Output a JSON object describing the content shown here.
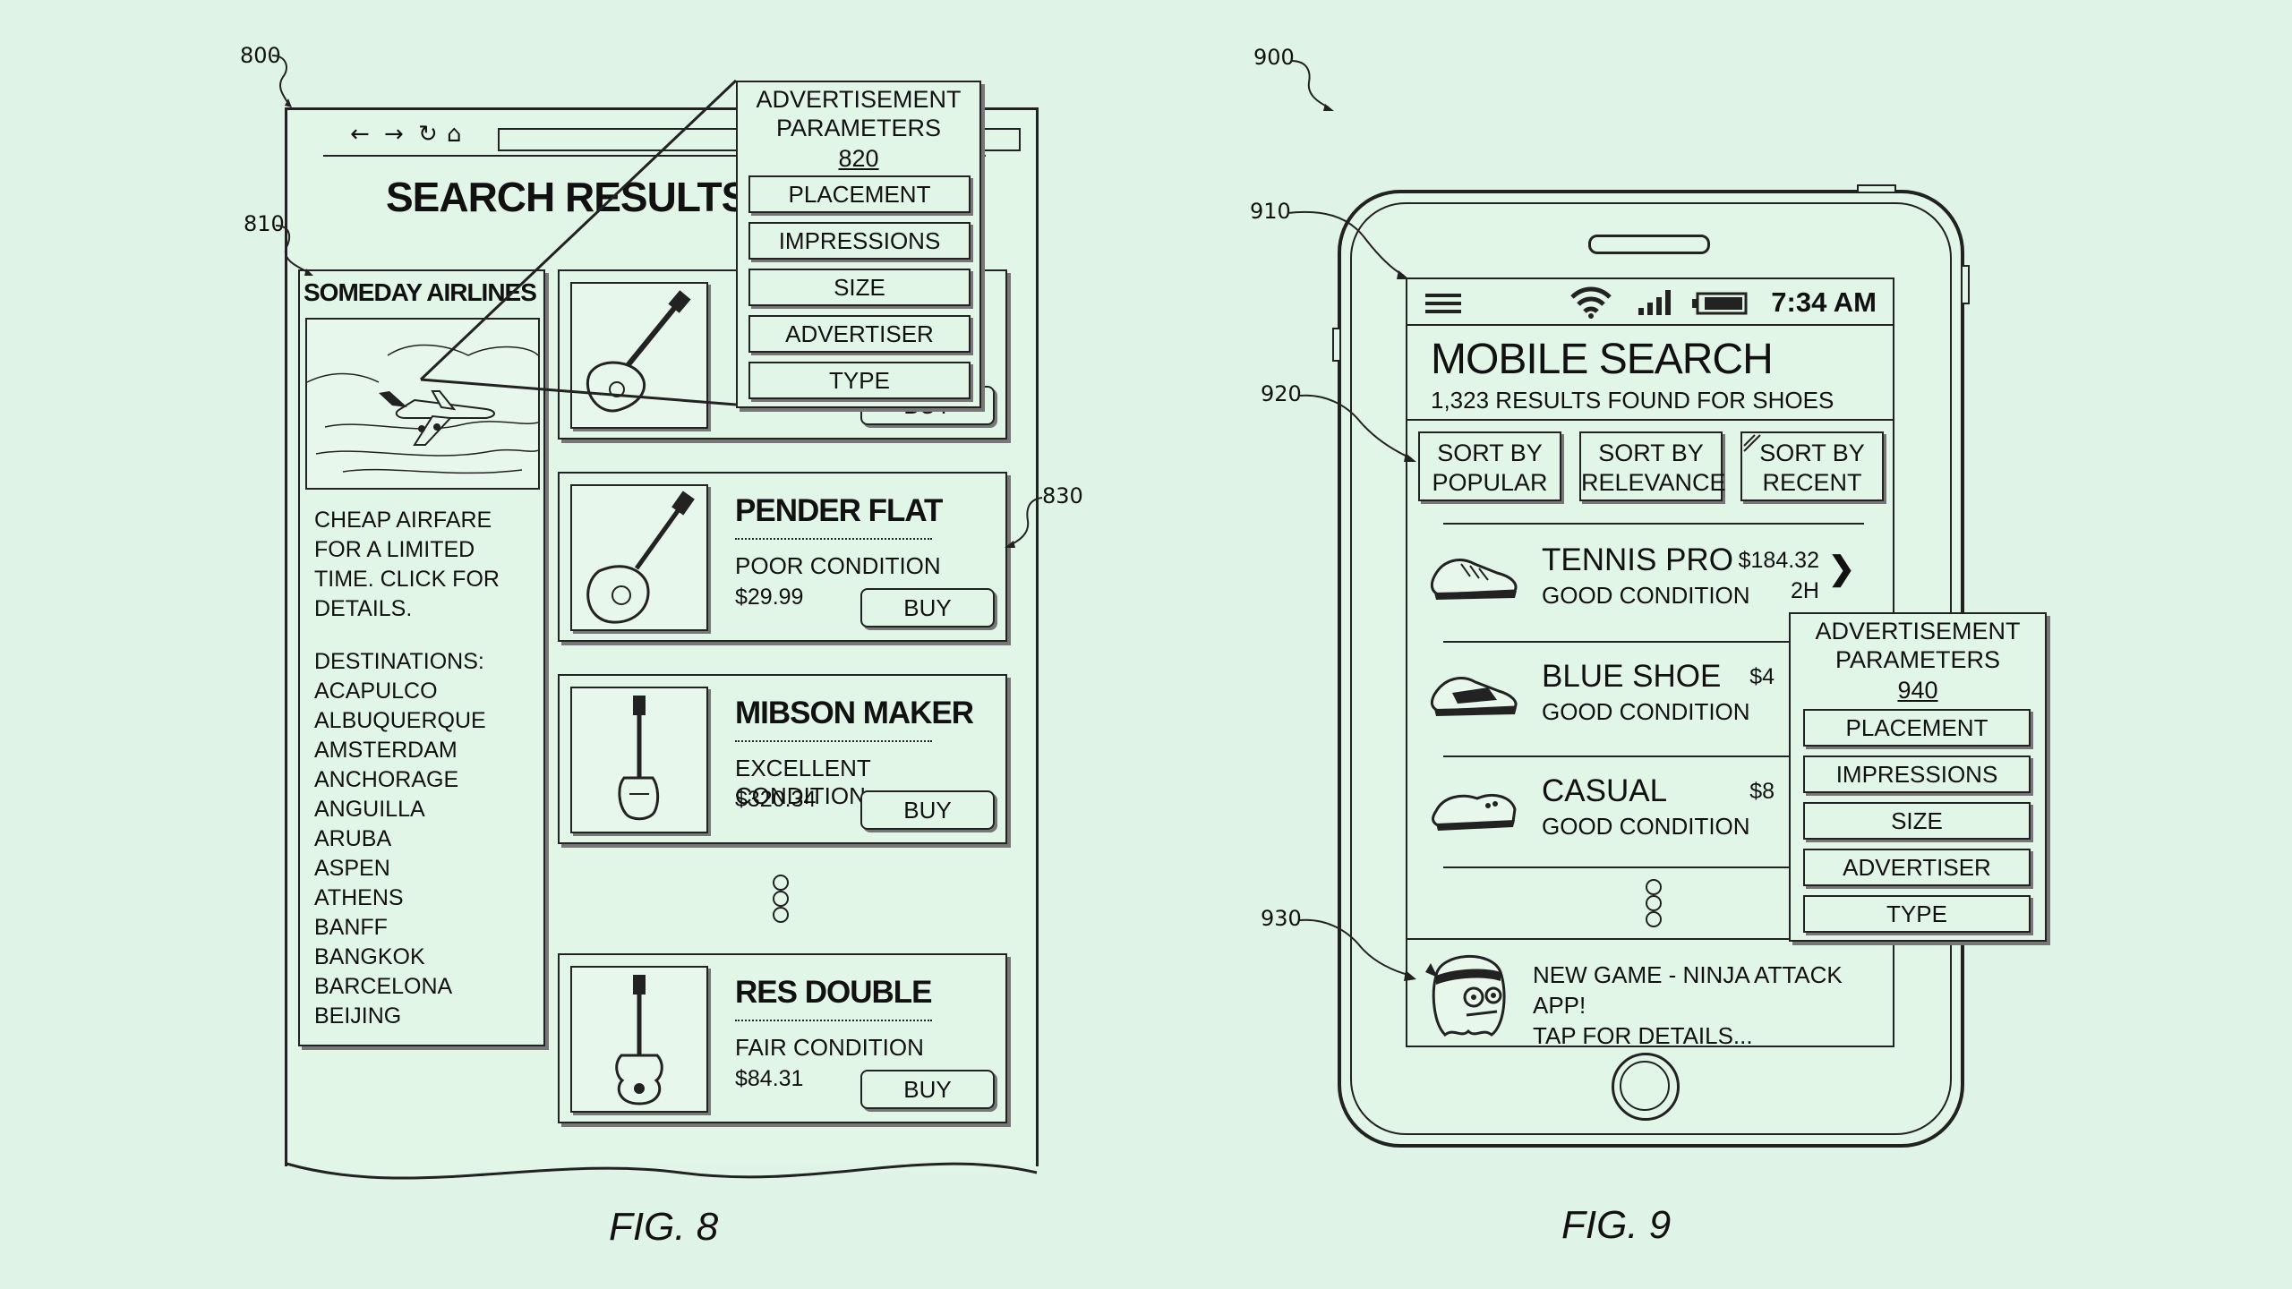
{
  "figures": [
    {
      "caption": "FIG. 8"
    },
    {
      "caption": "FIG. 9"
    }
  ],
  "refs": {
    "r800": "800",
    "r810": "810",
    "r830": "830",
    "r900": "900",
    "r910": "910",
    "r920": "920",
    "r930": "930"
  },
  "browser": {
    "nav_icons": [
      "back-arrow-icon",
      "forward-arrow-icon",
      "refresh-icon",
      "home-icon"
    ],
    "nav_glyphs": {
      "back": "←",
      "forward": "→",
      "refresh": "↻",
      "home": "⌂"
    },
    "title": "SEARCH RESULTS: g",
    "ad": {
      "heading": "SOMEDAY AIRLINES",
      "image": "airplane-illustration",
      "text_lines": [
        "CHEAP AIRFARE",
        "FOR A LIMITED",
        "TIME. CLICK FOR",
        "DETAILS."
      ],
      "dest_label": "DESTINATIONS:",
      "destinations": [
        "ACAPULCO",
        "ALBUQUERQUE",
        "AMSTERDAM",
        "ANCHORAGE",
        "ANGUILLA",
        "ARUBA",
        "ASPEN",
        "ATHENS",
        "BANFF",
        "BANGKOK",
        "BARCELONA",
        "BEIJING"
      ]
    },
    "products": [
      {
        "title": "",
        "condition": "",
        "price": "",
        "buy": "BUY",
        "image": "electric-guitar-icon"
      },
      {
        "title": "PENDER FLAT",
        "condition": "POOR CONDITION",
        "price": "$29.99",
        "buy": "BUY",
        "image": "acoustic-guitar-icon"
      },
      {
        "title": "MIBSON MAKER",
        "condition": "EXCELLENT CONDITION",
        "price": "$320.34",
        "buy": "BUY",
        "image": "electric-guitar-icon"
      },
      {
        "title": "RES DOUBLE",
        "condition": "FAIR CONDITION",
        "price": "$84.31",
        "buy": "BUY",
        "image": "electric-guitar-icon"
      }
    ],
    "params": {
      "title1": "ADVERTISEMENT",
      "title2": "PARAMETERS",
      "number": "820",
      "buttons": [
        "PLACEMENT",
        "IMPRESSIONS",
        "SIZE",
        "ADVERTISER",
        "TYPE"
      ]
    }
  },
  "phone": {
    "time": "7:34 AM",
    "title": "MOBILE SEARCH",
    "subtitle": "1,323 RESULTS FOUND FOR SHOES",
    "sort_buttons": [
      {
        "line1": "SORT BY",
        "line2": "POPULAR"
      },
      {
        "line1": "SORT BY",
        "line2": "RELEVANCE"
      },
      {
        "line1": "SORT BY",
        "line2": "RECENT"
      }
    ],
    "results": [
      {
        "name": "TENNIS PRO",
        "condition": "GOOD CONDITION",
        "price": "$184.32",
        "time": "2H",
        "image": "sneaker-icon"
      },
      {
        "name": "BLUE SHOE",
        "condition": "GOOD CONDITION",
        "price": "$4",
        "time": "",
        "image": "sneaker-icon"
      },
      {
        "name": "CASUAL",
        "condition": "GOOD CONDITION",
        "price": "$8",
        "time": "",
        "image": "casual-shoe-icon"
      }
    ],
    "chevron": "❯",
    "ad": {
      "line1": "NEW GAME - NINJA ATTACK APP!",
      "line2": "TAP FOR DETAILS...",
      "image": "ninja-icon"
    },
    "params": {
      "title1": "ADVERTISEMENT",
      "title2": "PARAMETERS",
      "number": "940",
      "buttons": [
        "PLACEMENT",
        "IMPRESSIONS",
        "SIZE",
        "ADVERTISER",
        "TYPE"
      ]
    }
  }
}
